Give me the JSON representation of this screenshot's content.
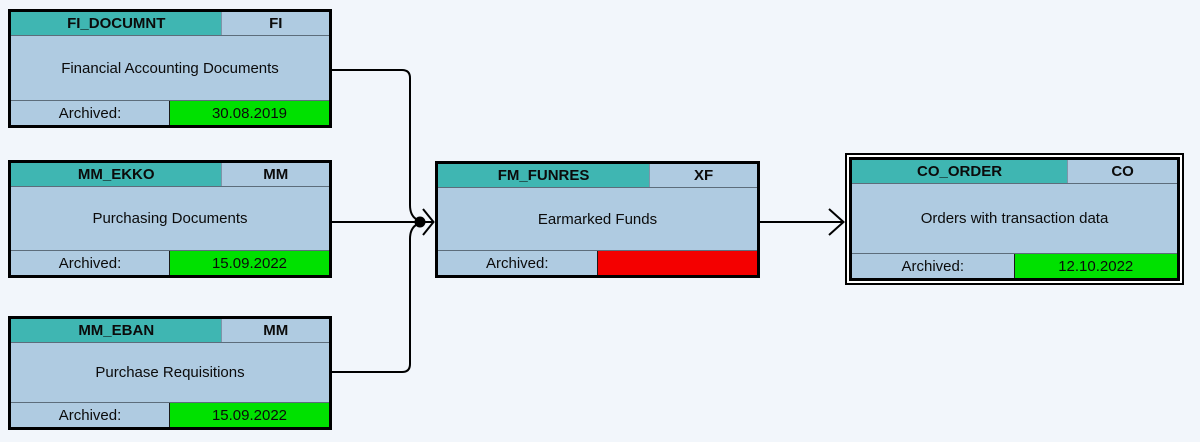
{
  "colors": {
    "background": "#f2f6fb",
    "blue": "#afcbe1",
    "teal": "#3fb6b2",
    "green": "#00e100",
    "red": "#f40000",
    "border": "#000000"
  },
  "nodes": [
    {
      "name": "FI_DOCUMNT",
      "area": "FI",
      "description": "Financial Accounting Documents",
      "archived_label": "Archived:",
      "archived_date": "30.08.2019",
      "status": "green"
    },
    {
      "name": "MM_EKKO",
      "area": "MM",
      "description": "Purchasing Documents",
      "archived_label": "Archived:",
      "archived_date": "15.09.2022",
      "status": "green"
    },
    {
      "name": "MM_EBAN",
      "area": "MM",
      "description": "Purchase Requisitions",
      "archived_label": "Archived:",
      "archived_date": "15.09.2022",
      "status": "green"
    },
    {
      "name": "FM_FUNRES",
      "area": "XF",
      "description": "Earmarked Funds",
      "archived_label": "Archived:",
      "archived_date": "",
      "status": "red"
    },
    {
      "name": "CO_ORDER",
      "area": "CO",
      "description": "Orders with transaction data",
      "archived_label": "Archived:",
      "archived_date": "12.10.2022",
      "status": "green"
    }
  ],
  "edges": [
    {
      "from": "FI_DOCUMNT",
      "to": "FM_FUNRES"
    },
    {
      "from": "MM_EKKO",
      "to": "FM_FUNRES"
    },
    {
      "from": "MM_EBAN",
      "to": "FM_FUNRES"
    },
    {
      "from": "FM_FUNRES",
      "to": "CO_ORDER"
    }
  ]
}
